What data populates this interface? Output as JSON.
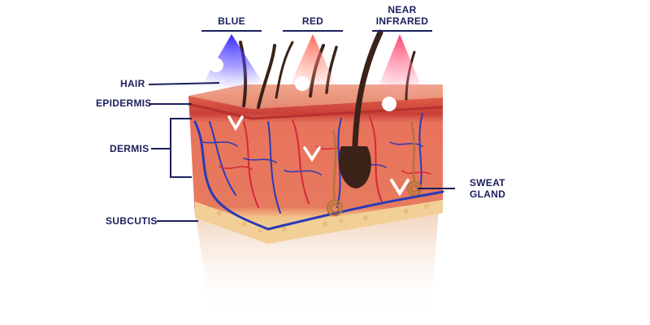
{
  "light_sources": [
    {
      "label": "BLUE",
      "color": "#3a2cff"
    },
    {
      "label": "RED",
      "color": "#ff6a5a"
    },
    {
      "label": "NEAR INFRARED",
      "label_line1": "NEAR",
      "label_line2": "INFRARED",
      "color": "#ff3a6a"
    }
  ],
  "layer_labels": {
    "hair": "HAIR",
    "epidermis": "EPIDERMIS",
    "dermis": "DERMIS",
    "subcutis": "SUBCUTIS",
    "sweat_gland_line1": "SWEAT",
    "sweat_gland_line2": "GLAND"
  },
  "colors": {
    "label_text": "#1a1f5c",
    "epidermis": "#e8826a",
    "dermis": "#e8664f",
    "subcutis": "#f0c98e",
    "vessel_blue": "#2a3ab8",
    "vessel_red": "#d8263a",
    "hair": "#3a2218"
  },
  "icons": [
    "light-beam",
    "down-arrow",
    "hair-strand",
    "blood-vessel",
    "sweat-gland-coil"
  ]
}
